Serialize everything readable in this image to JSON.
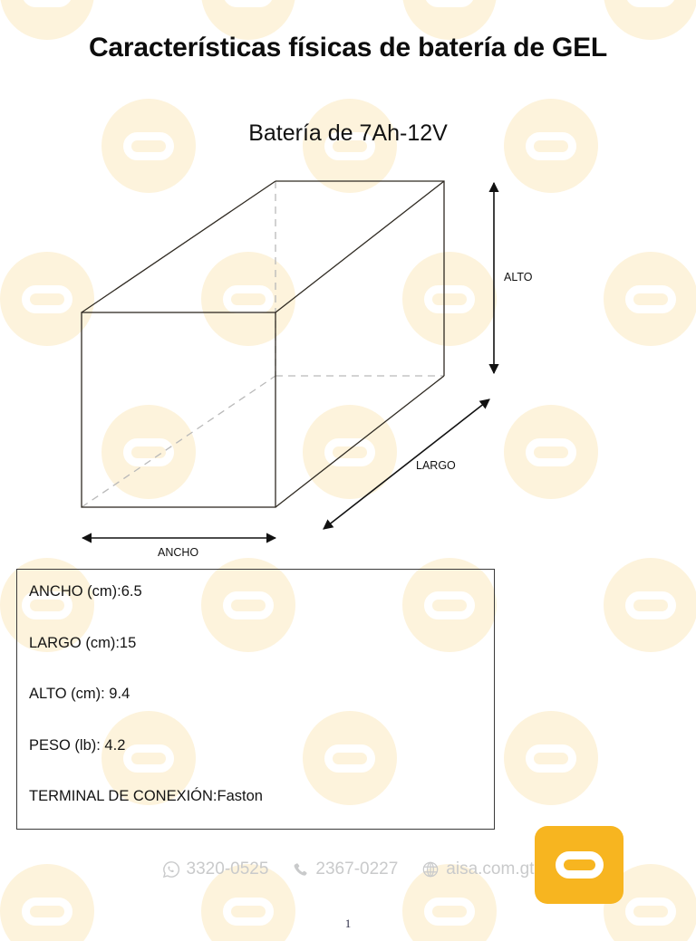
{
  "document": {
    "title": "Características físicas de batería de GEL",
    "subtitle": "Batería de 7Ah-12V",
    "page_number": "1"
  },
  "diagram": {
    "type": "3d-box-dimension-drawing",
    "labels": {
      "height": "ALTO",
      "length": "LARGO",
      "width": "ANCHO"
    }
  },
  "specs": {
    "rows": [
      {
        "label": "ANCHO (cm):",
        "value": "6.5"
      },
      {
        "label": "LARGO (cm):",
        "value": "15"
      },
      {
        "label": "ALTO (cm): ",
        "value": "9.4"
      },
      {
        "label": "PESO (lb): ",
        "value": "4.2"
      },
      {
        "label": "TERMINAL DE CONEXIÓN:",
        "value": "Faston"
      }
    ],
    "line0": "ANCHO (cm):6.5",
    "line1": "LARGO (cm):15",
    "line2": "ALTO (cm): 9.4",
    "line3": "PESO (lb): 4.2",
    "line4": "TERMINAL DE CONEXIÓN:Faston"
  },
  "footer": {
    "whatsapp": "3320-0525",
    "phone": "2367-0227",
    "website": "aisa.com.gt",
    "icons": {
      "whatsapp": "whatsapp-icon",
      "phone": "phone-icon",
      "website": "globe-icon"
    }
  },
  "brand": {
    "logo_name": "aisa-logo",
    "color": "#f7b520"
  },
  "colors": {
    "accent": "#f7b520",
    "watermark": "#fdf3dc",
    "footer_text": "#c9cacb",
    "line": "#3a3a3a"
  }
}
